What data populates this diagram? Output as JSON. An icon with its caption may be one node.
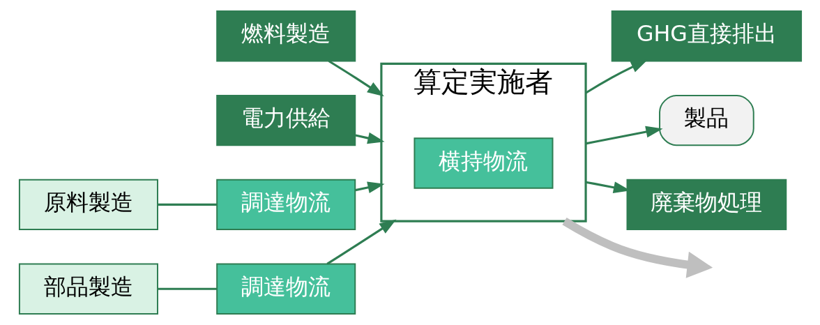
{
  "diagram": {
    "nodes": [
      {
        "text": [
          "GHG直接排出"
        ]
      },
      {
        "text": [
          "燃料製造"
        ]
      },
      {
        "text": [
          "電力供給"
        ]
      },
      {
        "text": [
          "原料製造"
        ]
      },
      {
        "text": [
          "調達物流"
        ]
      },
      {
        "text": [
          "部品製造"
        ]
      },
      {
        "text": [
          "調達物流"
        ]
      },
      {
        "text": [
          "算定実施者"
        ]
      },
      {
        "text": [
          "横持物流"
        ],
        "in": 7
      },
      {
        "text": [
          "製品"
        ]
      },
      {
        "text": [
          "廃棄物処理"
        ]
      }
    ],
    "edges": [
      {
        "from": 7,
        "to": 0,
        "arrow": "to"
      },
      {
        "from": 1,
        "to": 7,
        "arrow": "to"
      },
      {
        "from": 2,
        "to": 7,
        "arrow": "to"
      },
      {
        "from": 3,
        "to": 4,
        "arrow": "none"
      },
      {
        "from": 4,
        "to": 7,
        "arrow": "to"
      },
      {
        "from": 5,
        "to": 6,
        "arrow": "none"
      },
      {
        "from": 6,
        "to": 7,
        "arrow": "to"
      },
      {
        "from": 7,
        "to": 9,
        "arrow": "to"
      },
      {
        "from": 7,
        "to": 10,
        "arrow": "to"
      },
      {
        "from": 7,
        "to": null,
        "arrow": "to",
        "style": "thick",
        "color": "#bfbfbf"
      }
    ]
  }
}
